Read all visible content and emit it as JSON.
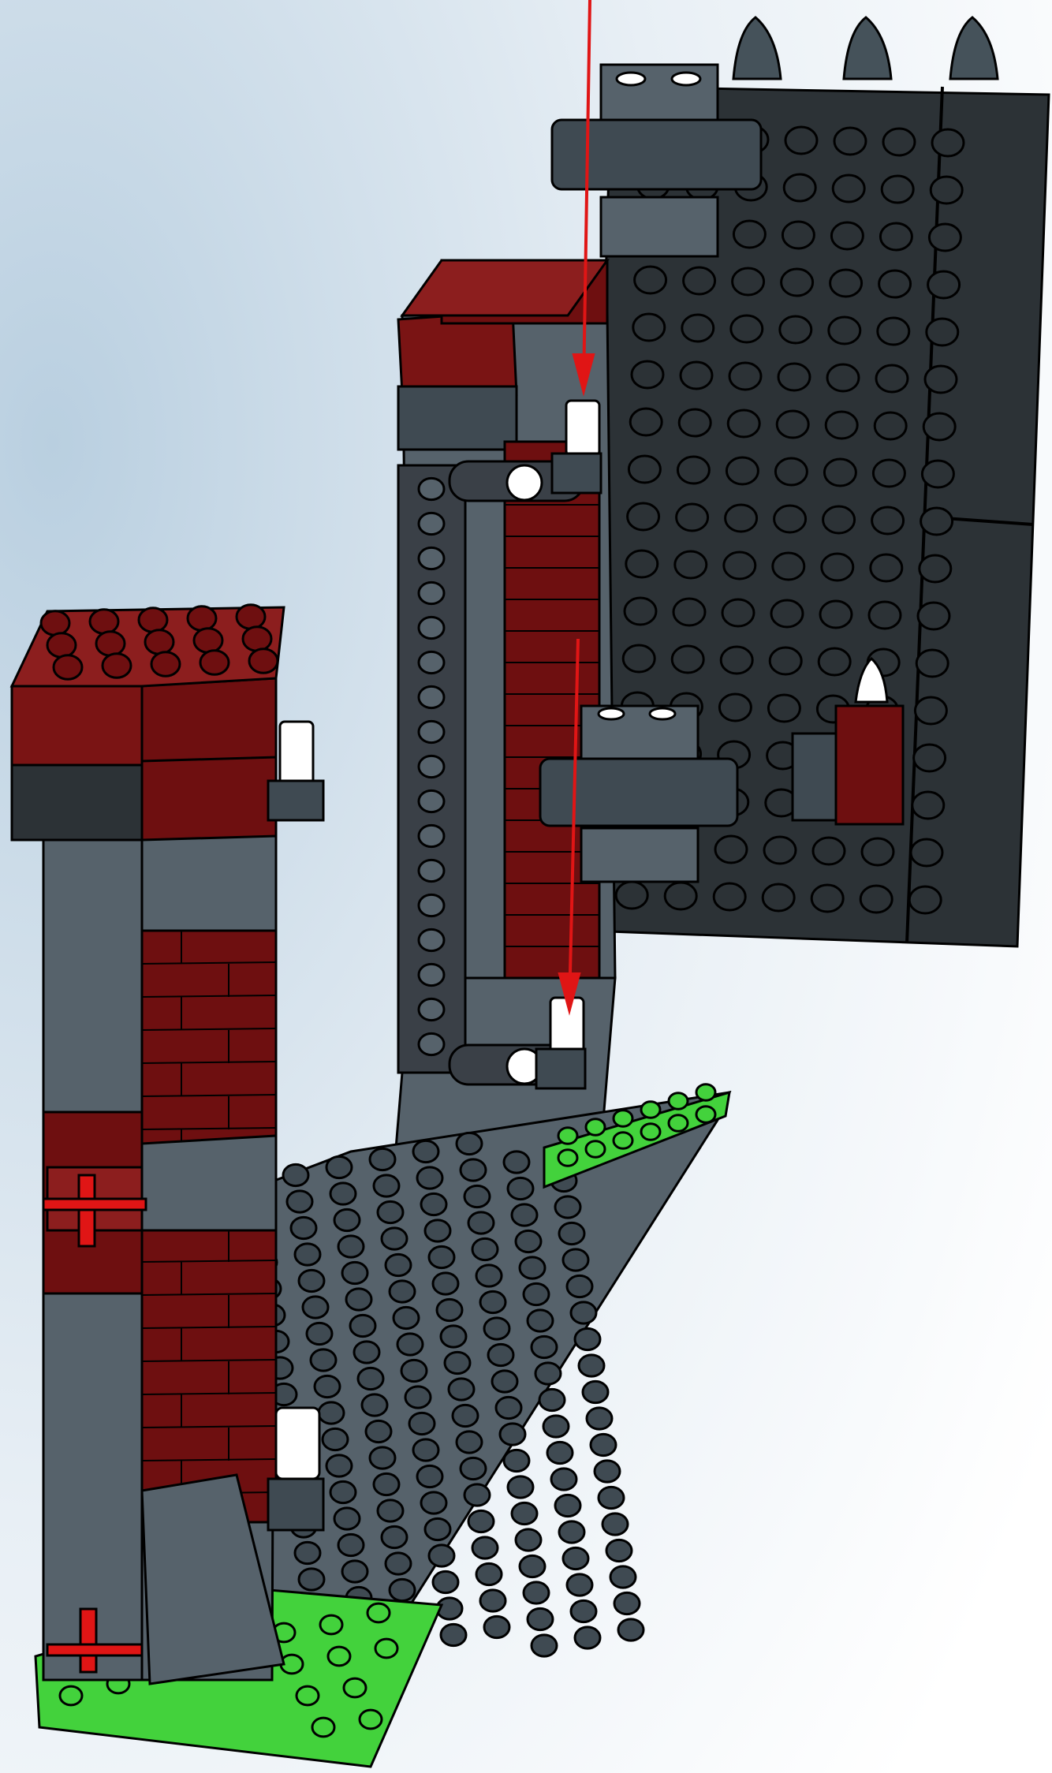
{
  "scene": {
    "kind": "lego-assembly-instruction-step",
    "text_labels": [],
    "colors": {
      "bg_top": "#b9cfe0",
      "bg_bottom": "#ffffff",
      "dark_red": "#6e0f10",
      "dark_red_light": "#8c1e1e",
      "dark_gray": "#3f4a52",
      "mid_gray": "#56626b",
      "light_gray": "#6b7780",
      "black_plate": "#2c3236",
      "green": "#43d23c",
      "red_accent": "#e01515",
      "white": "#ffffff",
      "outline": "#000000"
    }
  },
  "parts": [
    {
      "name": "back-black-panel-with-studs"
    },
    {
      "name": "top-horn-elements"
    },
    {
      "name": "top-technic-brick-clip"
    },
    {
      "name": "middle-technic-brick-clip"
    },
    {
      "name": "red-door-element"
    },
    {
      "name": "center-tower-red-bricks"
    },
    {
      "name": "technic-liftarm-chain"
    },
    {
      "name": "white-connector-pin-top"
    },
    {
      "name": "white-connector-pin-middle"
    },
    {
      "name": "left-tower-red-bricks"
    },
    {
      "name": "left-tower-white-pin"
    },
    {
      "name": "lower-white-pin"
    },
    {
      "name": "gray-base-plate"
    },
    {
      "name": "green-base-plate-front"
    },
    {
      "name": "green-base-plate-back"
    },
    {
      "name": "red-pin-lower"
    },
    {
      "name": "red-axle-stick"
    },
    {
      "name": "red-assembly-arrow-top"
    },
    {
      "name": "red-assembly-arrow-middle"
    }
  ]
}
